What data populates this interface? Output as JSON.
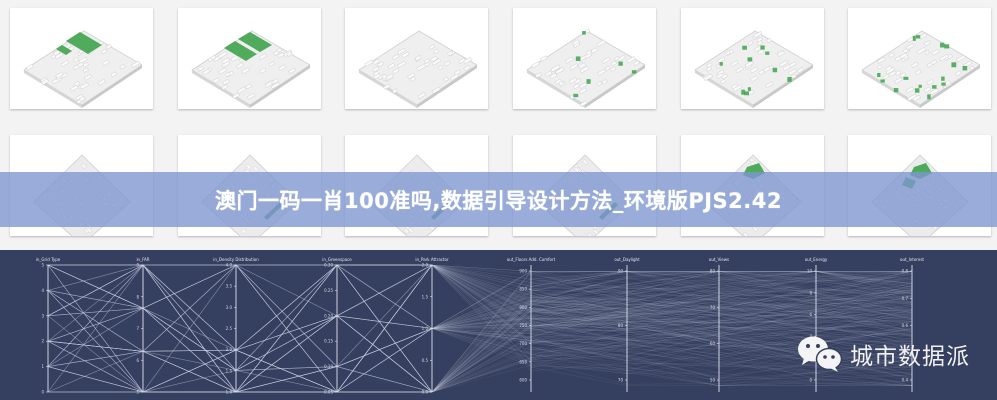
{
  "banner": {
    "title": "澳门一码一肖100准吗,数据引导设计方法_环境版PJS2.42"
  },
  "gallery": {
    "rows": [
      {
        "name": "top-row",
        "cards": [
          {
            "label": "isometric-city-model-1",
            "green": "large-park-cluster"
          },
          {
            "label": "isometric-city-model-2",
            "green": "two-park-blocks"
          },
          {
            "label": "isometric-city-model-3",
            "green": "none"
          },
          {
            "label": "isometric-city-model-4",
            "green": "sparse-trees"
          },
          {
            "label": "isometric-city-model-5",
            "green": "scattered-green"
          },
          {
            "label": "isometric-city-model-6",
            "green": "distributed-green"
          }
        ]
      },
      {
        "name": "bottom-row",
        "cards": [
          {
            "label": "rotated-city-model-1",
            "green": "none"
          },
          {
            "label": "rotated-city-model-2",
            "green": "edge-strip"
          },
          {
            "label": "rotated-city-model-3",
            "green": "edge-strip"
          },
          {
            "label": "rotated-city-model-4",
            "green": "edge-strip"
          },
          {
            "label": "rotated-city-model-5",
            "green": "park-cluster"
          },
          {
            "label": "rotated-city-model-6",
            "green": "park-cluster"
          }
        ]
      }
    ],
    "colors": {
      "background": "#f3f3f3",
      "card": "#ffffff",
      "green": "#3fa34d",
      "building": "#e6e6e6"
    }
  },
  "chart_data": {
    "type": "parallel-coordinates",
    "title": "",
    "background": "#353f5f",
    "line_color": "#c9d0e3",
    "axes": [
      {
        "name": "in_Grid Type",
        "ticks": [
          "0",
          "1",
          "2",
          "3",
          "4",
          "5"
        ]
      },
      {
        "name": "in_FAR",
        "ticks": [
          "5",
          "6",
          "7",
          "8",
          "9"
        ]
      },
      {
        "name": "in_Density Distribution",
        "ticks": [
          "1.0",
          "1.5",
          "2.0",
          "2.5",
          "3.0",
          "3.5",
          "4.0"
        ]
      },
      {
        "name": "in_Greenspace",
        "ticks": [
          "0.05",
          "0.10",
          "0.15",
          "0.20",
          "0.25",
          "0.30"
        ]
      },
      {
        "name": "in_Park Attractor",
        "ticks": [
          "0.0",
          "0.5",
          "1.0",
          "1.5",
          "2.0"
        ]
      },
      {
        "name": "out_Floors Add. Comfort",
        "ticks": [
          "600",
          "650",
          "700",
          "750",
          "800",
          "850",
          "900"
        ]
      },
      {
        "name": "out_Daylight",
        "ticks": [
          "70",
          "80",
          "90"
        ]
      },
      {
        "name": "out_Views",
        "ticks": [
          "50",
          "60",
          "70",
          "80"
        ]
      },
      {
        "name": "out_Energy",
        "ticks": [
          "0",
          "2",
          "4",
          "6",
          "8",
          "10"
        ]
      },
      {
        "name": "out_Interest",
        "ticks": [
          "0.4",
          "0.5",
          "0.6",
          "0.7",
          "0.8"
        ]
      }
    ]
  },
  "watermark": {
    "icon": "wechat-icon",
    "text": "城市数据派"
  }
}
